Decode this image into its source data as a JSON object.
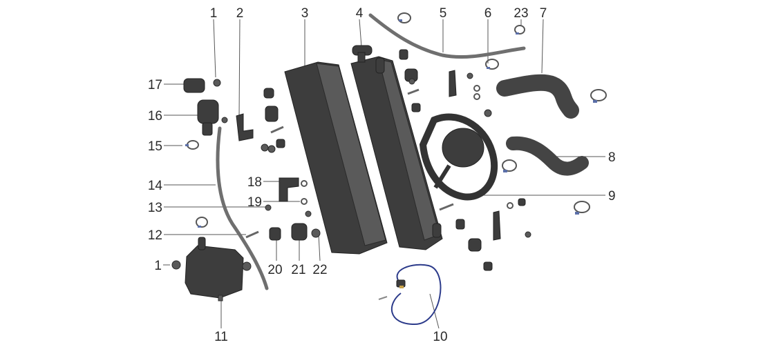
{
  "diagram": {
    "callouts": {
      "c1_top": "1",
      "c2": "2",
      "c3": "3",
      "c4": "4",
      "c5": "5",
      "c6": "6",
      "c23": "23",
      "c7": "7",
      "c17": "17",
      "c16": "16",
      "c15": "15",
      "c14": "14",
      "c13": "13",
      "c12": "12",
      "c1_left": "1",
      "c18": "18",
      "c19": "19",
      "c20": "20",
      "c21": "21",
      "c22": "22",
      "c8": "8",
      "c9": "9",
      "c10": "10",
      "c11": "11"
    },
    "colors": {
      "part": "#3d3d3d",
      "hose": "#6f6f6f",
      "wire": "#2b3a8a",
      "clamp_band": "#5b6fa8"
    }
  }
}
